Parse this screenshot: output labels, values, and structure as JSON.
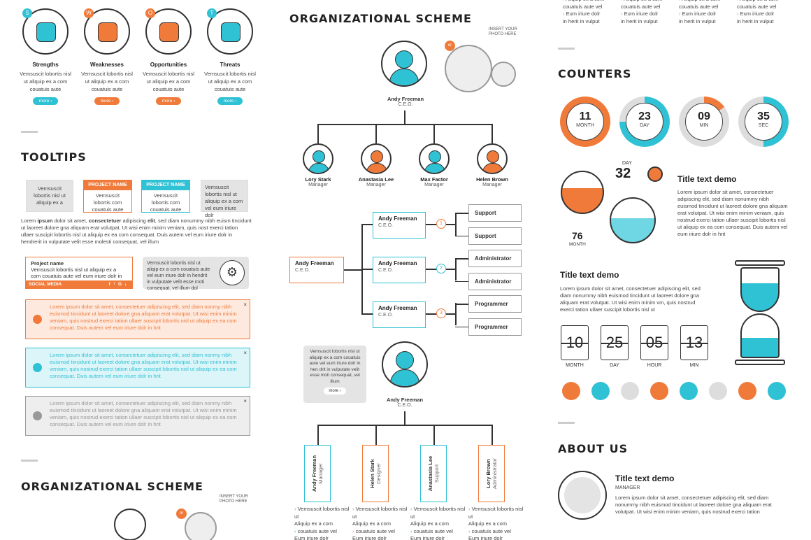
{
  "swot": [
    {
      "letter": "S",
      "title": "Strengths",
      "desc": "Vemsuscit lobortis nisl ut aliquip ex a com couatuis aute",
      "btn": "more ›",
      "color": "#2fc1d4"
    },
    {
      "letter": "W",
      "title": "Weaknesses",
      "desc": "Vemsuscit lobortis nisl ut aliquip ex a com couatuis aute",
      "btn": "more ›",
      "color": "#f07a3a"
    },
    {
      "letter": "O",
      "title": "Opportunities",
      "desc": "Vemsuscit lobortis nisl ut aliquip ex a com couatuis aute",
      "btn": "more ›",
      "color": "#f07a3a"
    },
    {
      "letter": "T",
      "title": "Threats",
      "desc": "Vemsuscit lobortis nisl ut aliquip ex a com couatuis aute",
      "btn": "more ›",
      "color": "#2fc1d4"
    }
  ],
  "tooltips": {
    "heading": "TOOLTIPS",
    "tip1": "Vemsuscit lobortis nisl ut aliquip ex a",
    "tip2_title": "PROJECT NAME",
    "tip2_text": "Vemsuscit lobortis com couatuis aute",
    "tip3_title": "PROJECT NAME",
    "tip3_text": "Vemsuscit lobortis com couatuis aute",
    "tip4": "Vemsuscit lobortis nisl ut aliquip ex a com vel eum iriure dolr",
    "para_a": "Lorem ",
    "para_b": "ipsum",
    "para_c": " dolor sit amet, ",
    "para_d": "consectetuer",
    "para_e": " adipiscing ",
    "para_f": "elit",
    "para_g": ", sed diam nonummy nibh euism tincidunt ut laoreet dolore gna aliquam erat volutpat. Ut wisi enim minim veniam, quis nost exerci tation ullaer suscipit lobortis nisl ut aliquip ex ea com consequat. Duis autem vel eum iriure dolr in hendrerit in vulputate velit esse molesti consequat, vel illum",
    "proj_title": "Project name",
    "proj_text": "Vemsuscit lobortis nisl ut aliquip ex a com couatuis aute vel eum iriure dolr in hen",
    "social": "SOCIAL MEDIA",
    "gear_text": "Vemsuscit lobortis nisl ut aliqip ex a com couatuis aute vel eum iriure dolr in hendrit in vulputate velit esse moti consequat, vel illum dol",
    "alerts": [
      {
        "text": "Lorem ipsum dolor sit amet, consectetuer adipiscing elit, sed diam nonmy nibh euismod tincidunt ut laoreet dolore gna aliquam erat volutpat. Ut wisi enim minim veniam, quis nostrud exerci tation ullaer suscipit lobortis nisl ut aliquip ex ea com consequat. Duis autem vel eum iriure dolr in hrit",
        "color": "#f07a3a",
        "bg": "#fde9de",
        "icon": "warning-icon"
      },
      {
        "text": "Lorem ipsum dolor sit amet, consectetuer adipiscing elit, sed diam nonmy nibh euismod tincidunt ut laoreet dolore gna aliquam erat volutpat. Ut wisi enim minim veniam, quis nostrud exerci tation ullaer suscipit lobortis nisl ut aliquip ex ea com consequat. Duis autem vel eum iriure dolr in hrit",
        "color": "#2fc1d4",
        "bg": "#dcf5f8",
        "icon": "check-icon"
      },
      {
        "text": "Lorem ipsum dolor sit amet, consectetuer adipiscing elit, sed diam nonmy nibh euismod tincidunt ut laoreet dolore gna aliquam erat volutpat. Ut wisi enim minim veniam, quis nostrud exerci tation ullaer suscipit lobortis nisl ut aliquip ex ea com consequat. Duis autem vel eum iriure dolr in hrit",
        "color": "#999999",
        "bg": "#eeeeee",
        "icon": "info-icon"
      }
    ]
  },
  "org_left": {
    "heading": "ORGANIZATIONAL SCHEME",
    "insert": "INSERT YOUR PHOTO HERE",
    "or": "or"
  },
  "org": {
    "heading": "ORGANIZATIONAL SCHEME",
    "insert": "INSERT YOUR PHOTO HERE",
    "or": "or",
    "ceo": {
      "name": "Andy Freeman",
      "role": "C.E.O."
    },
    "managers": [
      {
        "name": "Lory Stark",
        "role": "Manager",
        "color": "#2fc1d4"
      },
      {
        "name": "Anastasia Lee",
        "role": "Manager",
        "color": "#f07a3a"
      },
      {
        "name": "Max Factor",
        "role": "Manager",
        "color": "#2fc1d4"
      },
      {
        "name": "Helen Brown",
        "role": "Manager",
        "color": "#f07a3a"
      }
    ],
    "root_box": {
      "name": "Andy Freeman",
      "role": "C.E.O."
    },
    "mid_boxes": [
      {
        "name": "Andy Freeman",
        "role": "C.E.O.",
        "num": "1",
        "color": "#f07a3a"
      },
      {
        "name": "Andy Freeman",
        "role": "C.E.O.",
        "num": "2",
        "color": "#2fc1d4"
      },
      {
        "name": "Andy Freeman",
        "role": "C.E.O.",
        "num": "3",
        "color": "#f07a3a"
      }
    ],
    "leaf_boxes": [
      "Support",
      "Support",
      "Administrator",
      "Administrator",
      "Programmer",
      "Programmer"
    ],
    "bubble": "Vemsuscit lobortis nisl ut aliquip ex a com couatuis aute vel eum iriure dolr in hen drit in vulputate velit esse moti consequat, vel illum",
    "bubble_btn": "more ›",
    "ceo2": {
      "name": "Andy Freeman",
      "role": "C.E.O."
    },
    "staff": [
      {
        "name": "Andy Freeman",
        "role": "Manager",
        "color": "#2fc1d4"
      },
      {
        "name": "Helen Stark",
        "role": "Designer",
        "color": "#f07a3a"
      },
      {
        "name": "Anastasia Lee",
        "role": "Support",
        "color": "#2fc1d4"
      },
      {
        "name": "Lory Brown",
        "role": "Administrator",
        "color": "#f07a3a"
      }
    ],
    "staff_bullets": [
      "Vemsuscit lobortis nisl ut",
      "Aliquip ex a com",
      "couatuis aute vel",
      "Eum iriure dolr"
    ]
  },
  "top_right_bullets": [
    [
      "Aliquip ex a com",
      "couatuis aute vel",
      "Eum iriure dolr",
      "in herit in vulput"
    ],
    [
      "Aliquip ex a com",
      "couatuis aute vel",
      "Eum iriure dolr",
      "in herit in vulput"
    ],
    [
      "Aliquip ex a com",
      "couatuis aute vel",
      "Eum iriure dolr",
      "in herit in vulput"
    ],
    [
      "Aliquip ex a com",
      "couatuis aute vel",
      "Eum iriure dolr",
      "in herit in vulput"
    ]
  ],
  "counters": {
    "heading": "COUNTERS",
    "rings": [
      {
        "value": "11",
        "unit": "MONTH",
        "color": "#f07a3a",
        "fraction": 1.0
      },
      {
        "value": "23",
        "unit": "DAY",
        "color": "#2fc1d4",
        "fraction": 0.75
      },
      {
        "value": "09",
        "unit": "MIN",
        "color": "#f07a3a",
        "fraction": 0.15
      },
      {
        "value": "35",
        "unit": "SEC",
        "color": "#2fc1d4",
        "fraction": 0.5
      }
    ],
    "day_label": "DAY",
    "day_value": "32",
    "month_value": "76",
    "month_label": "MONTH",
    "title1": "Title text demo",
    "text1": "Lorem ipsum dolor sit amet, consectetuer adipiscing elit, sed diam nonummy nibh euismod tincidunt ut laoreet dolore gna aliquam erat volutpat. Ut wisi enim minim veniam, quis nostrud exerci tation ullaer suscipit lobortis nisl ut aliquip ex ea com consequat. Duis autem vel eum iriure dolr in hrit",
    "title2": "Title text demo",
    "text2": "Lorem ipsum dolor sit amet, consectetuer adipiscing elit, sed diam nonummy nibh euismod tincidunt ut laoreet dolore gna aliquam erat volutpat. Ut wisi enim minim vm, quis nostrud exerci tation ullaer suscipit lobortis nisl ut",
    "flips": [
      {
        "value": "10",
        "label": "MONTH"
      },
      {
        "value": "25",
        "label": "DAY"
      },
      {
        "value": "05",
        "label": "HOUR"
      },
      {
        "value": "13",
        "label": "MIN"
      }
    ],
    "dots": [
      "#f07a3a",
      "#2fc1d4",
      "#dddddd",
      "#f07a3a",
      "#2fc1d4",
      "#dddddd",
      "#f07a3a",
      "#2fc1d4"
    ]
  },
  "about": {
    "heading": "ABOUT US",
    "title": "Title text demo",
    "role": "MANAGER",
    "text": "Lorem ipsum dolor sit amet, consectetuer adipiscing elit, sed diam nonummy nibh euismod tincidunt ut laoreet dolore gna aliquam erat volutpat. Ut wisi enim minim veniam, quis nostrud exerci tation"
  }
}
